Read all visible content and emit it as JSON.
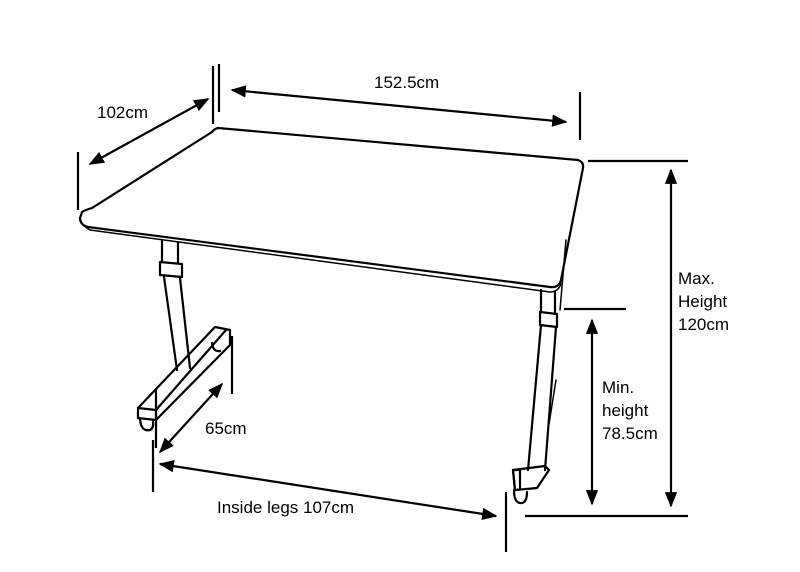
{
  "labels": {
    "width": "152.5cm",
    "depth": "102cm",
    "max_height_line1": "Max.",
    "max_height_line2": "Height",
    "max_height_line3": "120cm",
    "min_height_line1": "Min.",
    "min_height_line2": "height",
    "min_height_line3": "78.5cm",
    "foot_length": "65cm",
    "inside_legs": "Inside legs 107cm"
  },
  "colors": {
    "line": "#000000",
    "background": "#ffffff"
  }
}
